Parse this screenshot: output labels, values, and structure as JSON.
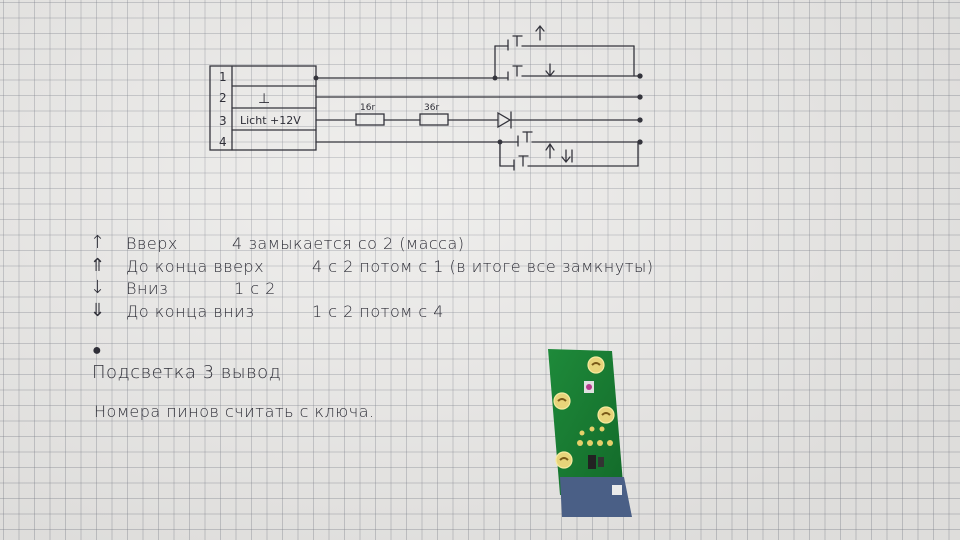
{
  "diagram": {
    "pins": [
      "1",
      "2",
      "3",
      "4"
    ],
    "ground_symbol": "⊥",
    "licht_label": "Licht +12V",
    "resistor1": "16r",
    "resistor2": "36r"
  },
  "notes": [
    {
      "arrow": "↑",
      "label": "Вверх",
      "desc": "4 замыкается со 2 (масса)"
    },
    {
      "arrow": "⇑",
      "label": "До конца вверх",
      "desc": "4 с 2 потом с 1 (в итоге все замкнуты)"
    },
    {
      "arrow": "↓",
      "label": "Вниз",
      "desc": "1 с 2"
    },
    {
      "arrow": "⇓",
      "label": "До конца вниз",
      "desc": "1 с 2 потом с 4"
    }
  ],
  "bullet": "●",
  "backlight": "Подсветка 3 вывод",
  "pin_note": "Номера пинов считать с ключа."
}
